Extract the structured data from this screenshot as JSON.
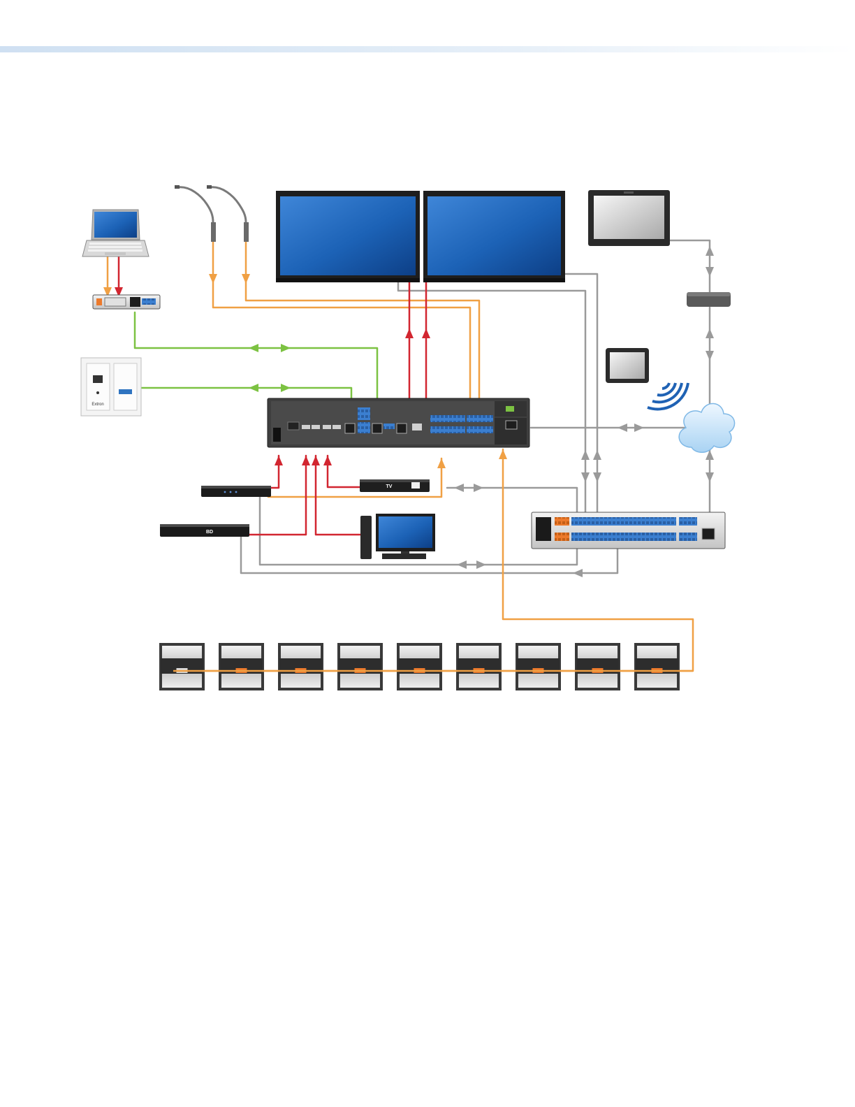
{
  "header": {
    "rule_color": "#d6e4f3"
  },
  "diagram": {
    "cable_colors": {
      "hdmi": "#d22630",
      "audio": "#f0a044",
      "hdbaset": "#7cc242",
      "control": "#9a9a9a"
    },
    "wallplate": {
      "brand_text": "Extron"
    },
    "bluray": {
      "logo_text": "BD"
    },
    "tv_receiver": {
      "logo_text": "TV"
    },
    "speaker_count": 9
  }
}
